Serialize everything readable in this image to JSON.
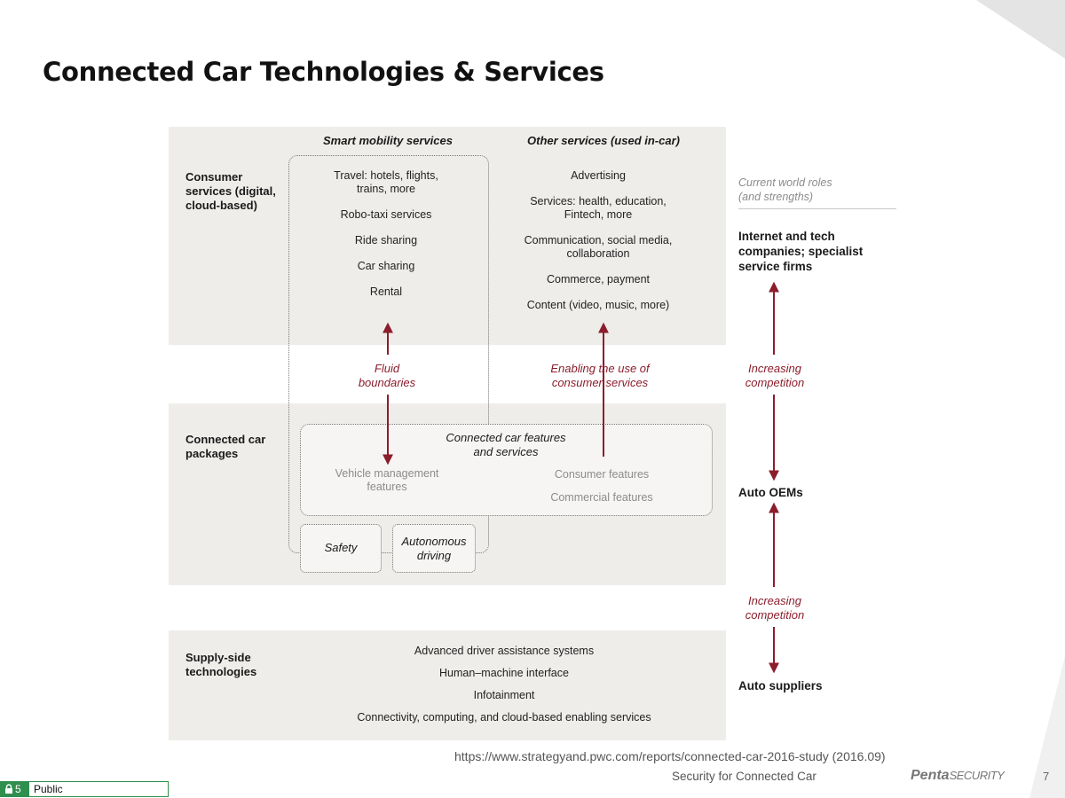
{
  "slide": {
    "title": "Connected Car Technologies & Services",
    "source": "https://www.strategyand.pwc.com/reports/connected-car-2016-study (2016.09)",
    "footer_text": "Security for Connected Car",
    "brand_bold": "Penta",
    "brand_light": "SECURITY",
    "page_number": "7",
    "classification_icon": "lock-icon",
    "classification_level": "5",
    "classification_label": "Public"
  },
  "diagram": {
    "consumer": {
      "label": "Consumer services (digital, cloud-based)",
      "smart_mobility": {
        "title": "Smart mobility services",
        "items": [
          "Travel: hotels, flights, trains, more",
          "Robo-taxi services",
          "Ride sharing",
          "Car sharing",
          "Rental"
        ]
      },
      "other_services": {
        "title": "Other services (used in-car)",
        "items": [
          "Advertising",
          "Services: health, education, Fintech, more",
          "Communication, social media, collaboration",
          "Commerce, payment",
          "Content (video, music, more)"
        ]
      }
    },
    "links": {
      "fluid": "Fluid boundaries",
      "enabling": "Enabling the use of consumer services"
    },
    "packages": {
      "label": "Connected car packages",
      "features_title": "Connected car features and services",
      "vehicle_mgmt": "Vehicle management features",
      "consumer_features": "Consumer features",
      "commercial_features": "Commercial features",
      "safety": "Safety",
      "autonomous": "Autonomous driving"
    },
    "supply": {
      "label": "Supply-side technologies",
      "items": [
        "Advanced driver assistance systems",
        "Human–machine interface",
        "Infotainment",
        "Connectivity, computing, and cloud-based enabling services"
      ]
    },
    "roles": {
      "header": "Current world roles (and strengths)",
      "internet": "Internet and tech companies; specialist service firms",
      "competition_1": "Increasing competition",
      "oems": "Auto OEMs",
      "competition_2": "Increasing competition",
      "suppliers": "Auto suppliers"
    },
    "colors": {
      "accent": "#8b1d2c",
      "panel": "#efedea",
      "muted": "#8c8c8c"
    }
  }
}
